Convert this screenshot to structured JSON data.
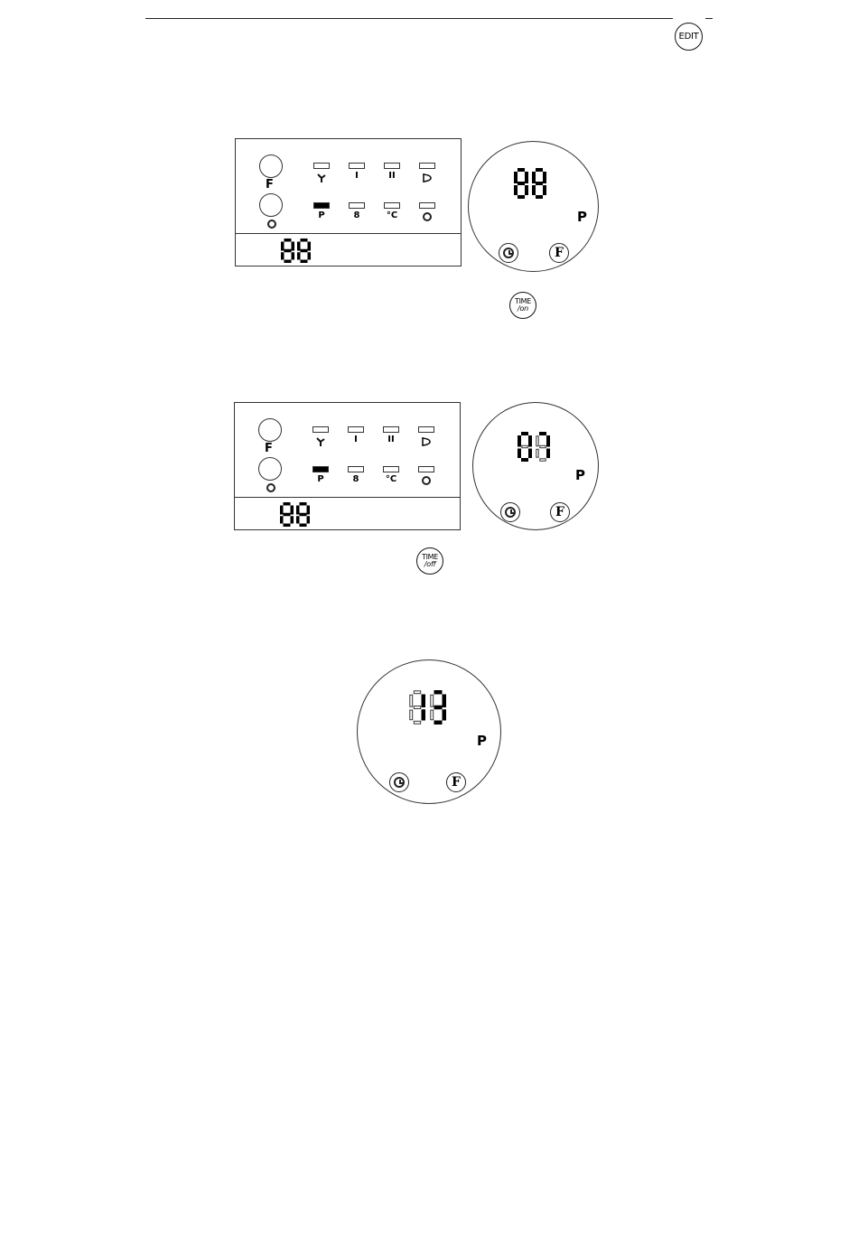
{
  "header": {
    "edit_icon_label": "EDIT"
  },
  "step1": {
    "panel": {
      "knob_top_label": "F",
      "leds_top": [
        {
          "label": "",
          "icon": "fan-icon",
          "on": false
        },
        {
          "label": "I",
          "icon": "",
          "on": false
        },
        {
          "label": "II",
          "icon": "",
          "on": false
        },
        {
          "label": "",
          "icon": "swing-icon",
          "on": false
        }
      ],
      "leds_bottom": [
        {
          "label": "P",
          "icon": "",
          "on": true
        },
        {
          "label": "8",
          "icon": "",
          "on": false
        },
        {
          "label": "°C",
          "icon": "",
          "on": false
        },
        {
          "label": "",
          "icon": "clock-icon",
          "on": false
        }
      ],
      "display": "88"
    },
    "disc": {
      "digits": "88",
      "p_label": "P",
      "f_icon_label": "F"
    },
    "button": {
      "line1": "TIME",
      "line2": "/on"
    }
  },
  "step2": {
    "panel": {
      "knob_top_label": "F",
      "leds_top": [
        {
          "label": "",
          "icon": "fan-icon",
          "on": false
        },
        {
          "label": "I",
          "icon": "",
          "on": false
        },
        {
          "label": "II",
          "icon": "",
          "on": false
        },
        {
          "label": "",
          "icon": "swing-icon",
          "on": false
        }
      ],
      "leds_bottom": [
        {
          "label": "P",
          "icon": "",
          "on": true
        },
        {
          "label": "8",
          "icon": "",
          "on": false
        },
        {
          "label": "°C",
          "icon": "",
          "on": false
        },
        {
          "label": "",
          "icon": "clock-icon",
          "on": false
        }
      ],
      "display": "88"
    },
    "disc": {
      "digits": "07",
      "p_label": "P",
      "f_icon_label": "F"
    },
    "button": {
      "line1": "TIME",
      "line2": "/off"
    }
  },
  "step3": {
    "disc": {
      "digits": "13",
      "p_label": "P",
      "f_icon_label": "F"
    }
  },
  "colors": {
    "ink": "#000000",
    "ghost_segment": "#bdbdbd",
    "paper": "#ffffff"
  }
}
